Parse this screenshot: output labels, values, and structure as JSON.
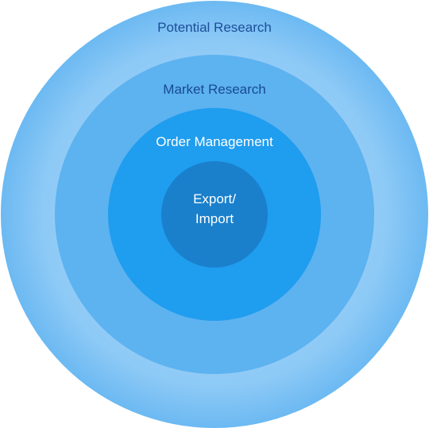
{
  "rings": [
    {
      "label": "Potential Research",
      "fill_inner": "#9bd1f7",
      "fill_outer": "#6cbaf3",
      "text_color": "#1c4f9a"
    },
    {
      "label": "Market Research",
      "fill": "#5ab0f0",
      "text_color": "#174a93"
    },
    {
      "label": "Order Management",
      "fill": "#1e9cef",
      "text_color": "#ffffff"
    },
    {
      "label_line1": "Export/",
      "label_line2": "Import",
      "fill": "#1a7fca",
      "text_color": "#ffffff"
    }
  ]
}
